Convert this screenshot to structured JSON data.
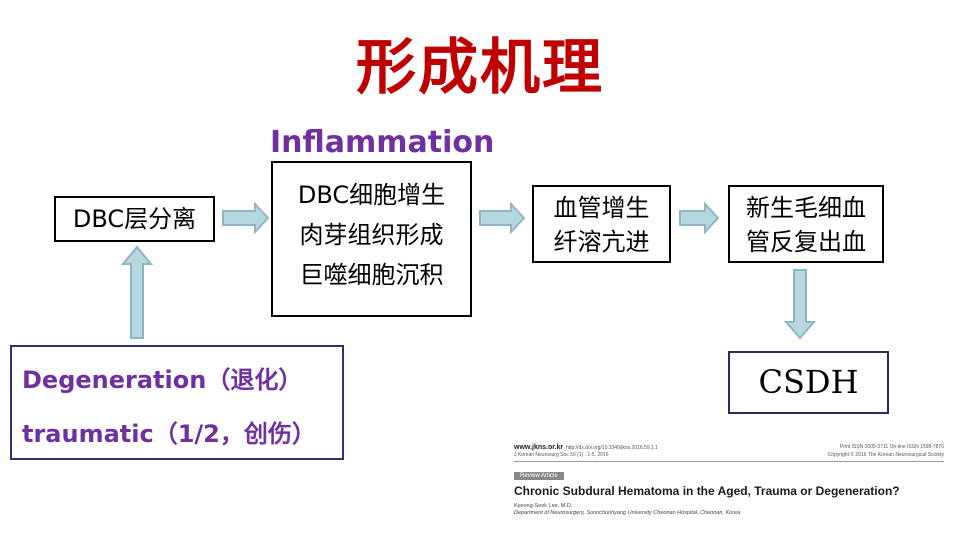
{
  "title": "形成机理",
  "inflammation_label": "Inflammation",
  "boxes": {
    "dbc": "DBC层分离",
    "inflammation": [
      "DBC细胞增生",
      "肉芽组织形成",
      "巨噬细胞沉积"
    ],
    "vascular": [
      "血管增生",
      "纤溶亢进"
    ],
    "capillary": [
      "新生毛细血",
      "管反复出血"
    ],
    "csdh": "CSDH",
    "degeneration": [
      "Degeneration（退化）",
      "traumatic（1/2，创伤）"
    ]
  },
  "paper": {
    "site": "www.jkns.or.kr",
    "doi": "http://dx.doi.org/10.3340/jkns.2016.59.1.1",
    "issn": "Print ISSN 2005-3711  On-line ISSN 1598-7876",
    "journal": "J Korean Neurosurg Soc 59 (1) : 1-5, 2016",
    "copyright": "Copyright © 2016 The Korean Neurosurgical Society",
    "badge": "Review Article",
    "title": "Chronic Subdural Hematoma in the Aged, Trauma or Degeneration?",
    "author": "Kyeong-Seok Lee, M.D.",
    "department": "Department of Neurosurgery, Soonchunhyang University Cheonan Hospital, Cheonan, Korea"
  },
  "colors": {
    "title": "#c00000",
    "accent_purple": "#7030a0",
    "arrow_fill": "#b7d7e0",
    "arrow_stroke": "#8fb4c2"
  }
}
